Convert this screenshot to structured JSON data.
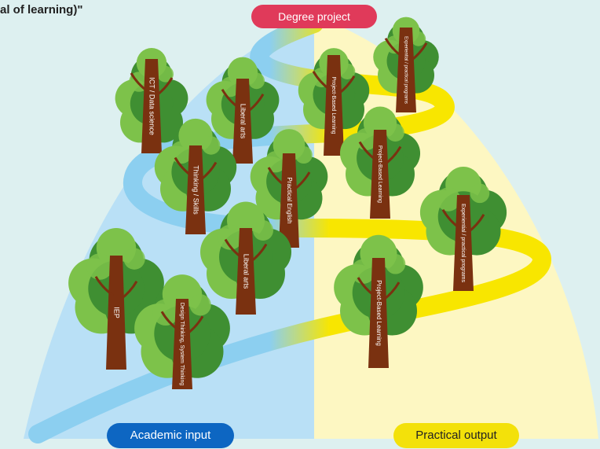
{
  "header_text": "al of learning)\"",
  "labels": {
    "degree_project": "Degree project",
    "academic_input": "Academic input",
    "practical_output": "Practical output"
  },
  "trees": [
    {
      "id": "ict",
      "label": "ICT / Data science"
    },
    {
      "id": "liberal-arts-top",
      "label": "Liberal arts"
    },
    {
      "id": "thinking-skills",
      "label": "Thinking / Skills"
    },
    {
      "id": "practical-english",
      "label": "Practical English"
    },
    {
      "id": "liberal-arts-mid",
      "label": "Liberal arts"
    },
    {
      "id": "iep",
      "label": "IEP"
    },
    {
      "id": "design-thinking",
      "label": "Design Thinking, System Thinking"
    },
    {
      "id": "pbl-top",
      "label": "Project-Based Learning"
    },
    {
      "id": "exp-top",
      "label": "Experiential / practical programs"
    },
    {
      "id": "pbl-mid",
      "label": "Project-Based Learning"
    },
    {
      "id": "exp-right",
      "label": "Experiential / practical programs"
    },
    {
      "id": "pbl-bottom",
      "label": "Project-Based Learning"
    }
  ],
  "colors": {
    "academic_area": "#b9e0f6",
    "practical_area": "#fdf7c2",
    "blue_river": "#8ccff0",
    "yellow_river": "#f8e600",
    "trunk": "#7a3110",
    "foliage_dark": "#3f8f32",
    "foliage_light": "#7dc24a"
  }
}
